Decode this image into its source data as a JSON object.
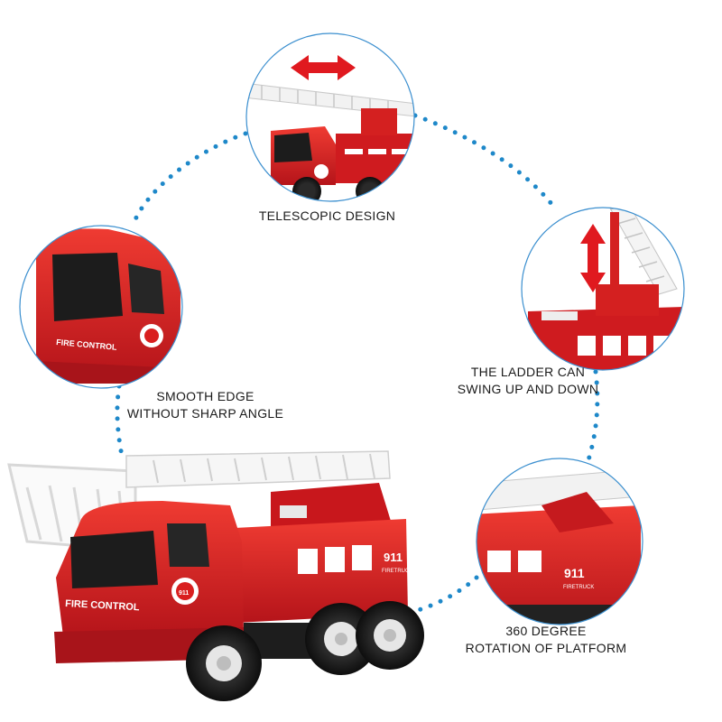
{
  "captions": {
    "telescopic": "TELESCOPIC DESIGN",
    "smooth": "SMOOTH EDGE\nWITHOUT SHARP ANGLE",
    "ladder": "THE LADDER CAN\nSWING UP AND DOWN",
    "rotation": "360 DEGREE\nROTATION OF PLATFORM"
  },
  "truck_markings": {
    "door_text": "FIRE CONTROL",
    "number": "911",
    "sub": "FIRETRUCK"
  },
  "colors": {
    "truck_red": "#d91f1f",
    "arrow_red": "#e0191f",
    "dots_blue": "#1e88c9",
    "circle_border": "#3b8fcf"
  },
  "icons": {
    "horizontal_arrow": "double-headed-horizontal-arrow",
    "vertical_arrow": "double-headed-vertical-arrow"
  }
}
